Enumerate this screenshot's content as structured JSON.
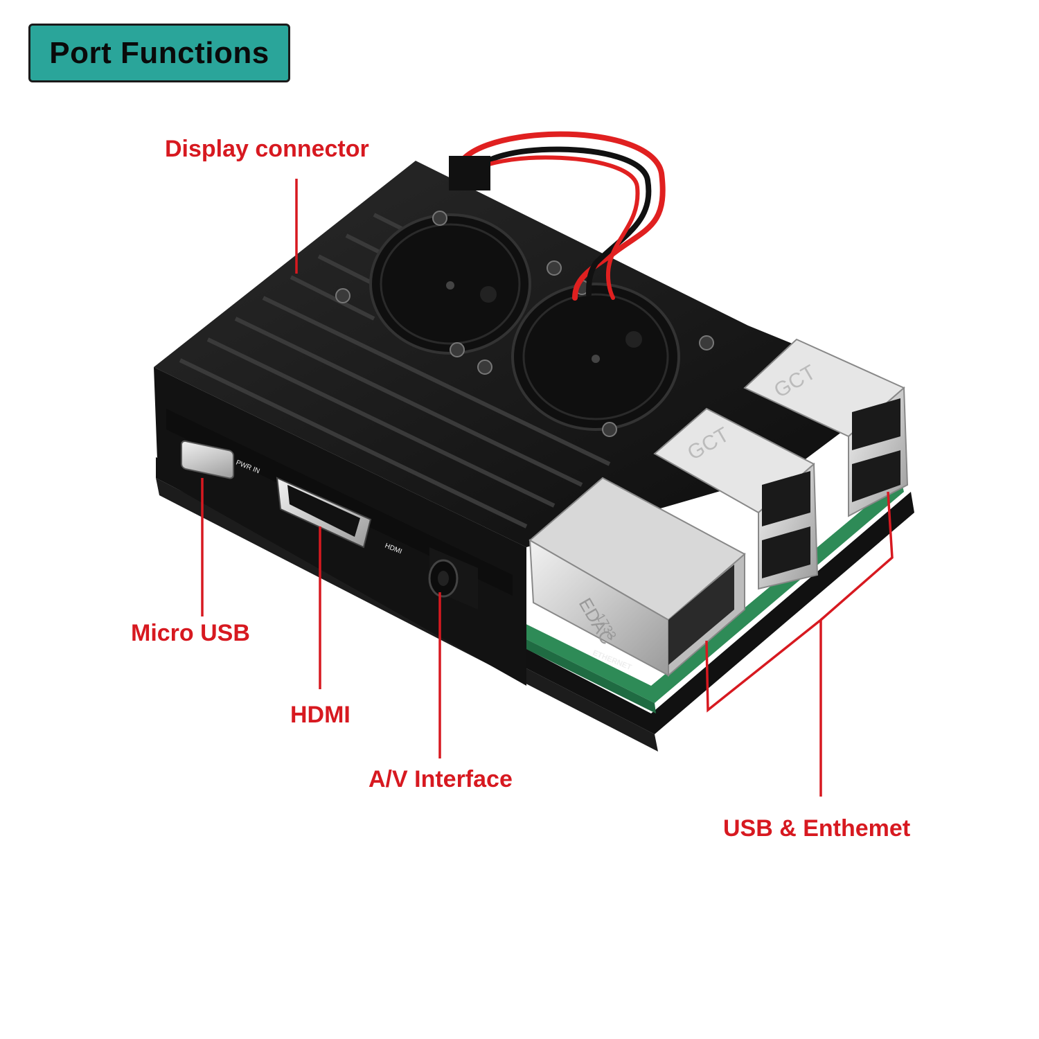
{
  "header": {
    "title": "Port Functions",
    "bg_color": "#2aa59a"
  },
  "callouts": {
    "display_connector": "Display connector",
    "micro_usb": "Micro USB",
    "hdmi": "HDMI",
    "av_interface": "A/V Interface",
    "usb_ethernet": "USB & Enthemet"
  },
  "device_markings": {
    "usb_brand": "GCT",
    "rj45_brand": "EDAC",
    "rj45_code": "1733",
    "ethernet_silk": "ETHERNET",
    "hdmi_silk": "HDMI",
    "pwr_silk": "PWR IN"
  },
  "colors": {
    "callout": "#d71920",
    "case": "#141414",
    "pcb": "#2e8b57",
    "wire_red": "#e02020"
  }
}
